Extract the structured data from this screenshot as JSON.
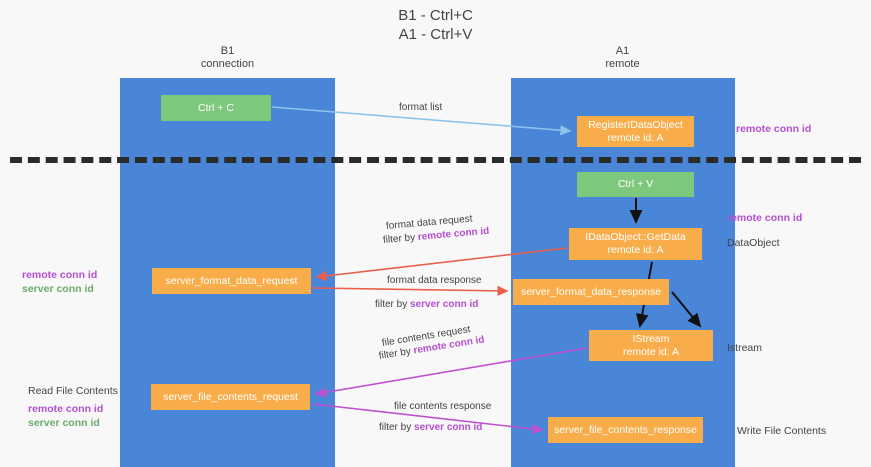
{
  "title": {
    "line1": "B1 - Ctrl+C",
    "line2": "A1 - Ctrl+V"
  },
  "columns": {
    "left": {
      "name": "B1",
      "role": "connection"
    },
    "right": {
      "name": "A1",
      "role": "remote"
    }
  },
  "boxes": {
    "ctrl_c": {
      "label": "Ctrl + C",
      "color": "#7ec87e"
    },
    "register_dataobject": {
      "line1": "RegisterIDataObject",
      "line2": "remote id: A",
      "color": "#f9ad4a"
    },
    "ctrl_v": {
      "label": "Ctrl + V",
      "color": "#7ec87e"
    },
    "getdata": {
      "line1": "IDataObject::GetData",
      "line2": "remote id: A",
      "color": "#f9ad4a"
    },
    "server_format_data_request": {
      "label": "server_format_data_request",
      "color": "#f9ad4a"
    },
    "server_format_data_response": {
      "label": "server_format_data_response",
      "color": "#f9ad4a"
    },
    "istream": {
      "line1": "IStream",
      "line2": "remote id: A",
      "color": "#f9ad4a"
    },
    "server_file_contents_request": {
      "label": "server_file_contents_request",
      "color": "#f9ad4a"
    },
    "server_file_contents_response": {
      "label": "server_file_contents_response",
      "color": "#f9ad4a"
    }
  },
  "flows": {
    "format_list": {
      "label": "format list"
    },
    "format_data_request": {
      "label": "format data request",
      "filter_prefix": "filter by ",
      "filter_key": "remote conn id"
    },
    "format_data_response": {
      "label": "format data response",
      "filter_prefix": "filter by ",
      "filter_key": "server conn id"
    },
    "file_contents_request": {
      "label": "file contents request",
      "filter_prefix": "filter by ",
      "filter_key": "remote conn id"
    },
    "file_contents_response": {
      "label": "file contents response",
      "filter_prefix": "filter by ",
      "filter_key": "server conn id"
    }
  },
  "annotations": {
    "right_remote_conn_top": "remote conn id",
    "right_remote_conn_mid": "remote conn id",
    "right_dataobject": "DataObject",
    "right_istream": "Istream",
    "right_write_file": "Write File Contents",
    "left_remote_conn": "remote conn id",
    "left_server_conn": "server conn id",
    "left_read_file": "Read File Contents",
    "left_remote_conn_2": "remote conn id",
    "left_server_conn_2": "server conn id"
  },
  "colors": {
    "lane": "#4a86d8",
    "green_box": "#7ec87e",
    "orange_box": "#f9ad4a",
    "purple_text": "#b44fd0",
    "green_text": "#6aab6a",
    "divider": "#2b2b2b",
    "arrow_blue": "#8ec4e8",
    "arrow_red": "#e8604c",
    "arrow_magenta": "#c050d0",
    "arrow_black": "#111111",
    "background": "#f8f8f8"
  }
}
